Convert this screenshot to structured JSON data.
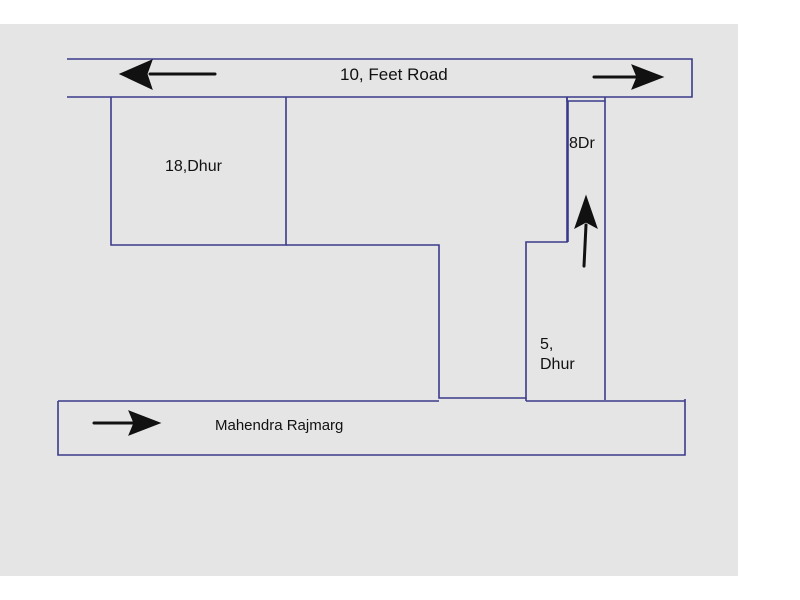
{
  "roads": {
    "top": {
      "label": "10, Feet Road"
    },
    "bottom": {
      "label": "Mahendra Rajmarg"
    }
  },
  "plots": {
    "plot_18": {
      "label": "18,Dhur"
    },
    "plot_5": {
      "label_line1": "5,",
      "label_line2": "Dhur"
    },
    "path_8": {
      "label": "8Dr"
    }
  },
  "colors": {
    "paper": "#e5e5e5",
    "line": "#3b3b8c",
    "arrow": "#111111"
  },
  "icons": {
    "arrow_left": "arrow-left-icon",
    "arrow_right": "arrow-right-icon",
    "arrow_up": "arrow-up-icon"
  }
}
